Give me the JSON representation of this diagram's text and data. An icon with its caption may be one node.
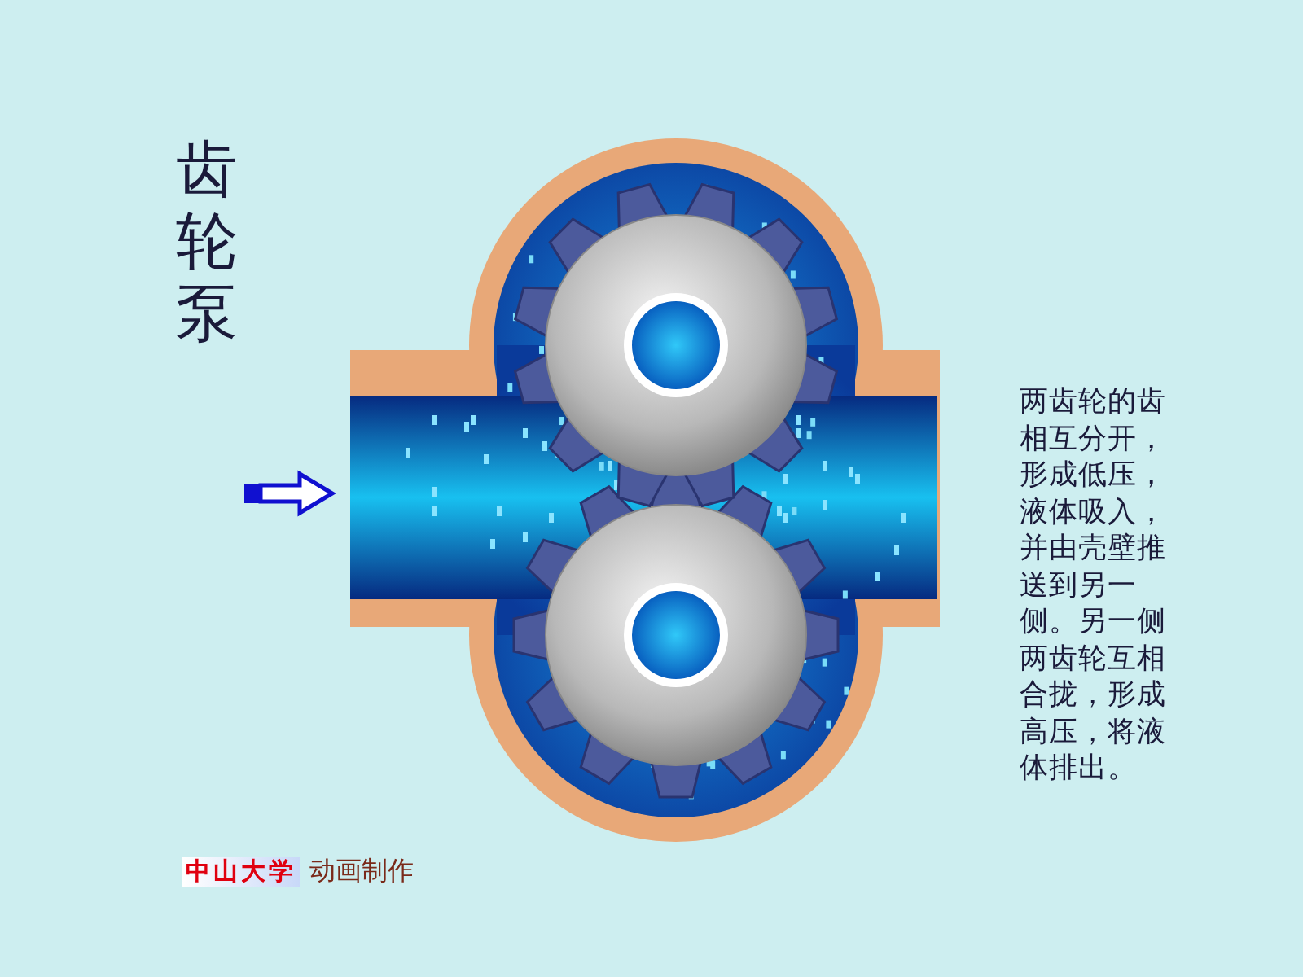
{
  "diagram": {
    "title": "齿轮泵",
    "labels": [
      "两齿轮的齿相互分开，形成低压，液体吸入，并由壳壁推送到另一侧。另一侧两齿轮互相合拢，形成高压，将液体排出。",
      "中山大学",
      "动画制作"
    ]
  }
}
